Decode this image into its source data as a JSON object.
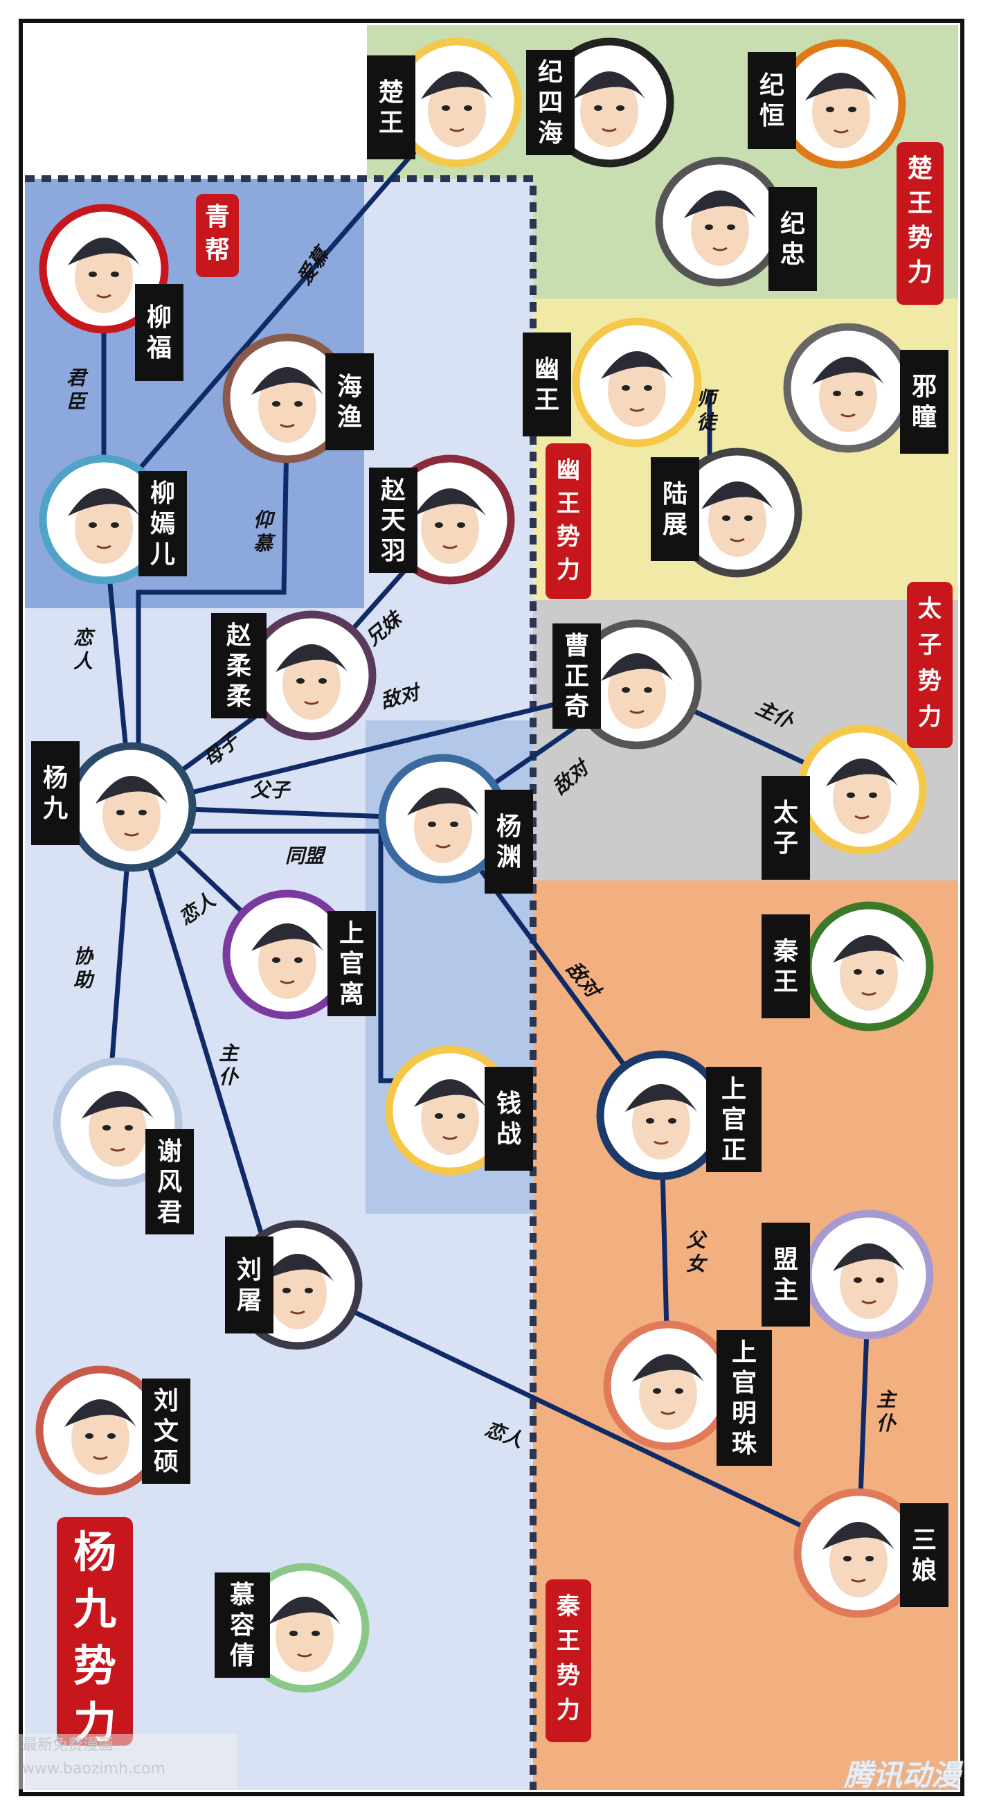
{
  "colors": {
    "region_qinghai_bg": "#ffffff",
    "chu_faction": "#c8deb0",
    "you_faction": "#f1e9a6",
    "taizi_faction": "#cbcbcb",
    "qin_faction": "#f2b080",
    "yang_faction": "#d9e2f4",
    "qingbang_faction": "#8ca8dc",
    "line": "#0f2a66",
    "badge_red": "#c8161d"
  },
  "factions": {
    "chu": "楚王势力",
    "you": "幽王势力",
    "taizi": "太子势力",
    "qin": "秦王势力",
    "yang": "杨九势力",
    "qing": "青帮"
  },
  "characters": [
    {
      "id": "chuwang",
      "name": "楚王",
      "ring": "#f5c84a"
    },
    {
      "id": "jisihai",
      "name": "纪四海",
      "ring": "#222222"
    },
    {
      "id": "jiheng",
      "name": "纪恒",
      "ring": "#e07a18"
    },
    {
      "id": "jizhong",
      "name": "纪忠",
      "ring": "#555555"
    },
    {
      "id": "liufu",
      "name": "柳福",
      "ring": "#c8161d"
    },
    {
      "id": "haiyu",
      "name": "海渔",
      "ring": "#8b5a4a"
    },
    {
      "id": "zhaotianyu",
      "name": "赵天羽",
      "ring": "#8b2a3a"
    },
    {
      "id": "liuyaner",
      "name": "柳嫣儿",
      "ring": "#4fa3c8"
    },
    {
      "id": "youwang",
      "name": "幽王",
      "ring": "#f5c84a"
    },
    {
      "id": "xietong",
      "name": "邪瞳",
      "ring": "#666666"
    },
    {
      "id": "luzhan",
      "name": "陆展",
      "ring": "#444444"
    },
    {
      "id": "zhaorourou",
      "name": "赵柔柔",
      "ring": "#5a3a5a"
    },
    {
      "id": "caozhengqi",
      "name": "曹正奇",
      "ring": "#555555"
    },
    {
      "id": "taizi",
      "name": "太子",
      "ring": "#f5c84a"
    },
    {
      "id": "yangjiu",
      "name": "杨九",
      "ring": "#2b4a6a"
    },
    {
      "id": "yangyuan",
      "name": "杨渊",
      "ring": "#3a6aa0"
    },
    {
      "id": "qinwang",
      "name": "秦王",
      "ring": "#3a7a2a"
    },
    {
      "id": "shangguanli",
      "name": "上官离",
      "ring": "#7a3aa0"
    },
    {
      "id": "xiefengjun",
      "name": "谢风君",
      "ring": "#b7c7e0"
    },
    {
      "id": "qianzhan",
      "name": "钱战",
      "ring": "#f5c84a"
    },
    {
      "id": "shangguanzheng",
      "name": "上官正",
      "ring": "#1a3a6a"
    },
    {
      "id": "mengzhu",
      "name": "盟主",
      "ring": "#a89ad0"
    },
    {
      "id": "liutu",
      "name": "刘屠",
      "ring": "#3a3a4a"
    },
    {
      "id": "shangguanmingzhu",
      "name": "上官明珠",
      "ring": "#e07a5a"
    },
    {
      "id": "liuwenshuo",
      "name": "刘文硕",
      "ring": "#c85a4a"
    },
    {
      "id": "sanniang",
      "name": "三娘",
      "ring": "#e07a5a"
    },
    {
      "id": "murongqian",
      "name": "慕容倩",
      "ring": "#8ac88a"
    }
  ],
  "relations": {
    "chuwang_liuyaner": "爱慕",
    "liufu_liuyaner": "君臣",
    "haiyu_yangjiu": "仰慕",
    "zhaotianyu_zhaorourou": "兄妹",
    "youwang_xietong": "师徒",
    "yangjiu_liuyaner": "恋人",
    "zhaorourou_yangjiu": "母子",
    "yangjiu_caozhengqi": "敌对",
    "caozhengqi_taizi": "主仆",
    "yangjiu_yangyuan": "父子",
    "yangjiu_qianzhan": "同盟",
    "caozhengqi_yangyuan": "敌对",
    "yangjiu_shangguanli": "恋人",
    "yangjiu_xiefengjun": "协助",
    "yangjiu_liutu": "主仆",
    "yangyuan_shangguanzheng": "敌对",
    "shangguanzheng_mingzhu": "父女",
    "mengzhu_sanniang": "主仆",
    "liutu_sanniang": "恋人"
  },
  "watermark": {
    "line1": "最新免费漫画",
    "line2": "www.baozimh.com",
    "brand": "腾讯动漫"
  }
}
